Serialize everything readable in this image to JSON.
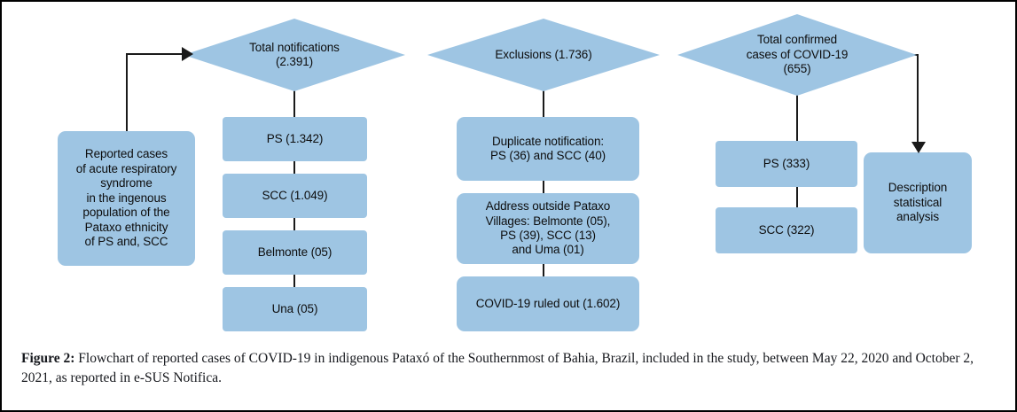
{
  "figure": {
    "caption_label": "Figure 2:",
    "caption_text": " Flowchart of reported cases of COVID-19 in indigenous Pataxó of the Southernmost of Bahia, Brazil, included in the study, between May 22, 2020 and October 2, 2021, as reported in e-SUS Notifica."
  },
  "colors": {
    "node_fill": "#9ec5e3",
    "connector": "#1a1a1a",
    "frame_border": "#000000",
    "text": "#0d0d0d"
  },
  "nodes": {
    "source_box": {
      "label": "Reported cases\nof acute respiratory\nsyndrome\nin the ingenous\npopulation of the\nPataxo ethnicity\nof PS and, SCC"
    },
    "diamond_total_notifications": {
      "label": "Total notifications\n(2.391)",
      "value": "2.391"
    },
    "diamond_exclusions": {
      "label": "Exclusions (1.736)",
      "value": "1.736"
    },
    "diamond_total_confirmed": {
      "label": "Total confirmed\ncases of COVID-19\n(655)",
      "value": "655"
    },
    "col1": [
      {
        "label": "PS (1.342)",
        "value": "1.342"
      },
      {
        "label": "SCC (1.049)",
        "value": "1.049"
      },
      {
        "label": "Belmonte (05)",
        "value": "05"
      },
      {
        "label": "Una (05)",
        "value": "05"
      }
    ],
    "col2": [
      {
        "label": "Duplicate notification:\nPS (36) and SCC (40)"
      },
      {
        "label": "Address outside Pataxo\nVillages: Belmonte (05),\nPS (39), SCC (13)\nand Uma (01)"
      },
      {
        "label": "COVID-19 ruled out (1.602)",
        "value": "1.602"
      }
    ],
    "col3": [
      {
        "label": "PS (333)",
        "value": "333"
      },
      {
        "label": "SCC (322)",
        "value": "322"
      }
    ],
    "analysis_box": {
      "label": "Description\nstatistical\nanalysis"
    }
  }
}
